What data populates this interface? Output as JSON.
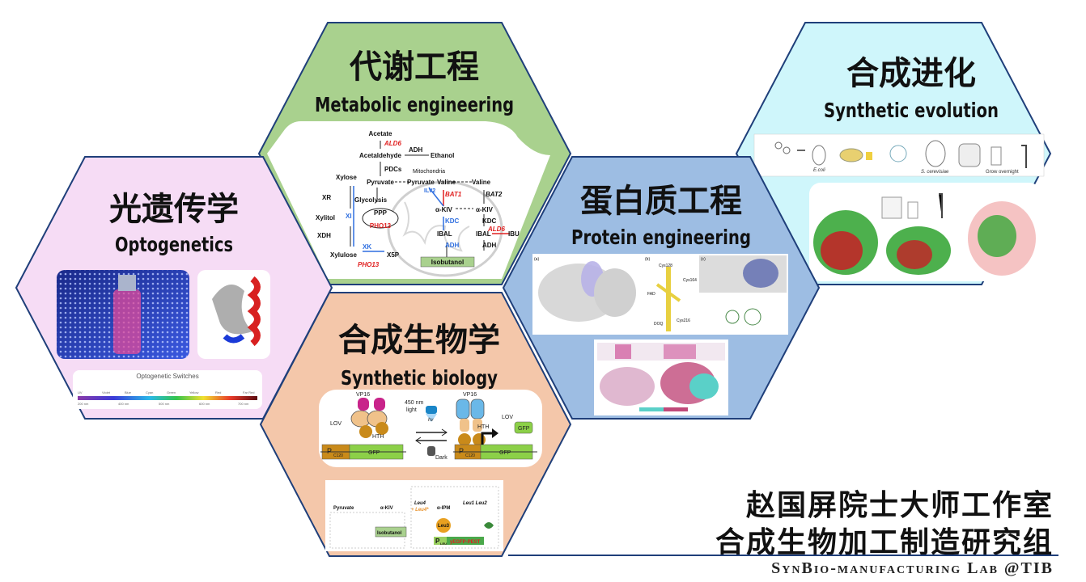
{
  "panels": {
    "metabolic": {
      "title_zh": "代谢工程",
      "title_en": "Metabolic engineering",
      "fill": "#a9d18e"
    },
    "optogenetics": {
      "title_zh": "光遗传学",
      "title_en": "Optogenetics",
      "fill": "#f6dcf5",
      "spectrum_title": "Optogenetic Switches",
      "spectrum_labels": [
        "UV",
        "Violet",
        "Blue",
        "Cyan",
        "Green",
        "Yellow",
        "Red",
        "Far Red"
      ],
      "spectrum_nm": [
        "200 nm",
        "400 nm",
        "500 nm",
        "600 nm",
        "700 nm"
      ]
    },
    "synbio": {
      "title_zh": "合成生物学",
      "title_en": "Synthetic biology",
      "fill": "#f4c7aa"
    },
    "protein": {
      "title_zh": "蛋白质工程",
      "title_en": "Protein engineering",
      "fill": "#9dbde3"
    },
    "evolution": {
      "title_zh": "合成进化",
      "title_en": "Synthetic evolution",
      "fill": "#cff6fb"
    }
  },
  "pathway": {
    "labels": [
      "Acetate",
      "ALD6",
      "Acetaldehyde",
      "ADH",
      "Ethanol",
      "PDCs",
      "Xylose",
      "Pyruvate",
      "Mitochondria",
      "Pyruvate",
      "Valine",
      "Valine",
      "XR",
      "Glycolysis",
      "BAT1",
      "BAT2",
      "ILV2",
      "α-KIV",
      "α-KIV",
      "Xylitol",
      "XI",
      "PPP",
      "PHO13",
      "KDC",
      "KDC",
      "XDH",
      "IBAL",
      "IBAL",
      "ALD6",
      "IBU",
      "XK",
      "ADH",
      "ADH",
      "Xylulose",
      "X5P",
      "PHO13",
      "Isobutanol"
    ]
  },
  "optocircuit": {
    "labels": [
      "VP16",
      "LOV",
      "HTH",
      "450 nm",
      "light",
      "hν",
      "Dark",
      "VP16",
      "LOV",
      "HTH",
      "GFP",
      "GFP",
      "GFP"
    ],
    "promoter": "P",
    "promoter_sub": "C120"
  },
  "isobutanol_circuit": {
    "labels": [
      "Pyruvate",
      "α-KIV",
      "Isobutanol",
      "Leu4",
      "+ Leu4*",
      "α-IPM",
      "Leu1 Leu2",
      "Leu3",
      "yEGFP-PEST"
    ],
    "promoter": "P",
    "promoter_sub": "LEU"
  },
  "protein_fig": {
    "labels": [
      "(a)",
      "(b)",
      "(c)",
      "Cys128",
      "FAD",
      "Cys164",
      "DOQ",
      "Cys216"
    ]
  },
  "evolution_fig": {
    "labels": [
      "E.coli",
      "S. cerevisiae",
      "Grow overnight"
    ]
  },
  "lab": {
    "name_zh_1": "赵国屏院士大师工作室",
    "name_zh_2": "合成生物加工制造研究组",
    "name_en": "SynBio-manufacturing Lab @TIB"
  },
  "colors": {
    "border": "#1f3f7a",
    "red": "#e02020",
    "blue": "#2f6fe0",
    "green": "#6cc24a",
    "orange": "#e8912b"
  }
}
